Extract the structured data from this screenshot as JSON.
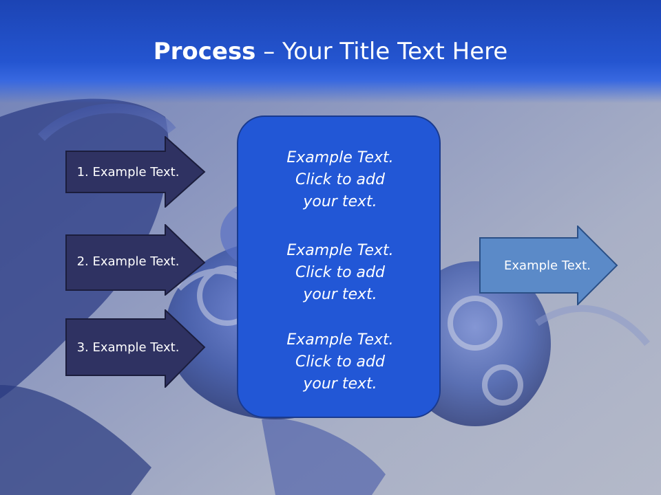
{
  "title": {
    "bold": "Process",
    "rest": " – Your Title Text Here"
  },
  "steps": [
    {
      "label": "1. Example Text."
    },
    {
      "label": "2. Example Text."
    },
    {
      "label": "3. Example Text."
    }
  ],
  "center_items": [
    {
      "line1": "Example Text.",
      "line2": "Click  to add",
      "line3": "your text."
    },
    {
      "line1": "Example Text.",
      "line2": "Click  to add",
      "line3": "your text."
    },
    {
      "line1": "Example Text.",
      "line2": "Click  to add",
      "line3": "your text."
    }
  ],
  "result": {
    "label": "Example Text."
  },
  "colors": {
    "title_band": "#2455d0",
    "step_arrow": "#2f3262",
    "center_box": "#2257d6",
    "result_arrow": "#5b8ac8"
  }
}
